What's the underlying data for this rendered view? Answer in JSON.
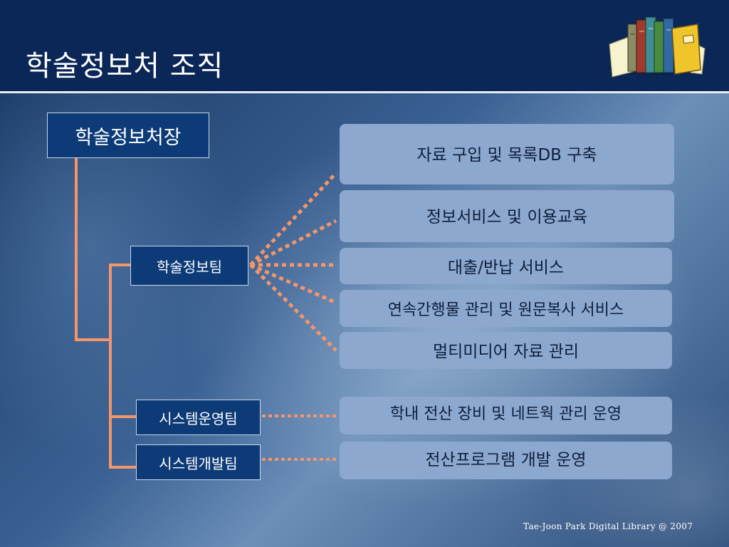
{
  "title": "학술정보처 조직",
  "root": {
    "label": "학술정보처장"
  },
  "teams": [
    {
      "label": "학술정보팀"
    },
    {
      "label": "시스템운영팀"
    },
    {
      "label": "시스템개발팀"
    }
  ],
  "tasks": [
    {
      "label": "자료 구입 및 목록DB 구축"
    },
    {
      "label": "정보서비스 및 이용교육"
    },
    {
      "label": "대출/반납 서비스"
    },
    {
      "label": "연속간행물 관리 및 원문복사 서비스"
    },
    {
      "label": "멀티미디어 자료 관리"
    },
    {
      "label": "학내 전산 장비 및 네트웍 관리 운영"
    },
    {
      "label": "전산프로그램 개발 운영"
    }
  ],
  "footer": "Tae-Joon Park Digital Library  @  2007",
  "colors": {
    "header": "#0b2757",
    "box": "#0d3b78",
    "task_box": "#8da8cf",
    "connector": "#f4956a"
  },
  "icons": [
    "books-icon"
  ]
}
